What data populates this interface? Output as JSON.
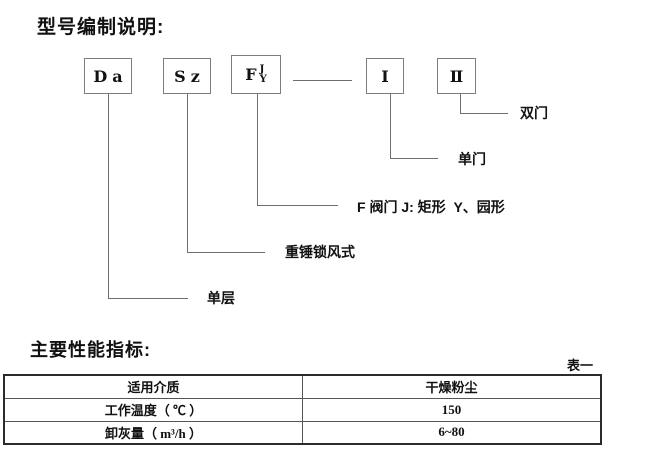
{
  "page": {
    "section1_title": "型号编制说明:",
    "section2_title": "主要性能指标:",
    "table_caption": "表一"
  },
  "colors": {
    "ink": "#1a1a1a",
    "connector_line_gray": "#6e6e6e",
    "box_border_gray": "#7d7d7d"
  },
  "diagram": {
    "boxes": [
      {
        "label": "Da"
      },
      {
        "label": "Sz"
      },
      {
        "label": "F",
        "option_top": "J",
        "option_bottom": "Y"
      },
      {
        "label": "Ⅰ"
      },
      {
        "label": "Ⅱ"
      }
    ],
    "callouts": [
      {
        "label": "双门"
      },
      {
        "label": "单门"
      },
      {
        "label": "F 阀门 J: 矩形  Y、园形"
      },
      {
        "label": "重锤锁风式"
      },
      {
        "label": "单层"
      }
    ]
  },
  "table": {
    "rows": [
      {
        "name": "适用介质",
        "value": "干燥粉尘"
      },
      {
        "name": "工作温度（ ℃ ）",
        "value": "150"
      },
      {
        "name": "卸灰量（ m³/h ）",
        "value": "6~80"
      }
    ]
  }
}
